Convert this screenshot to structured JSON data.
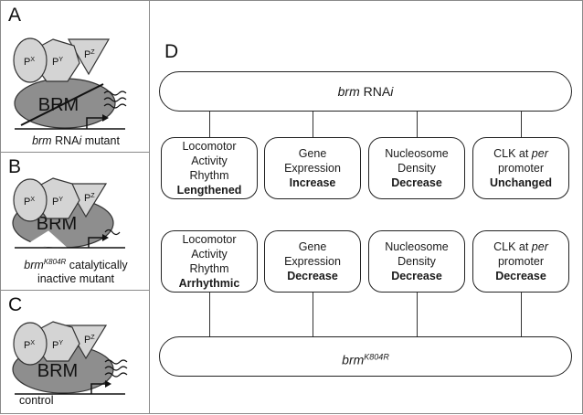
{
  "panels": {
    "a": {
      "letter": "A",
      "caption_italic": "brm",
      "caption_mid": " RNA",
      "caption_italic2": "i",
      "caption_rest": " mutant"
    },
    "b": {
      "letter": "B",
      "caption_italic": "brm",
      "caption_sup": "K804R",
      "caption_rest": " catalytically",
      "caption_line2": "inactive mutant"
    },
    "c": {
      "letter": "C",
      "caption": "control"
    }
  },
  "proteins": {
    "x": "P",
    "x_sup": "X",
    "y": "P",
    "y_sup": "Y",
    "z": "P",
    "z_sup": "Z",
    "brm": "BRM"
  },
  "diagram": {
    "letter": "D",
    "top_bar": {
      "italic": "brm",
      "text": " RNA",
      "italic2": "i"
    },
    "bottom_bar": {
      "italic": "brm",
      "sup": "K804R"
    },
    "top_row": [
      {
        "l1": "Locomotor",
        "l2": "Activity",
        "l3": "Rhythm",
        "bold": "Lengthened"
      },
      {
        "l1": "Gene",
        "l2": "Expression",
        "bold": "Increase"
      },
      {
        "l1": "Nucleosome",
        "l2": "Density",
        "bold": "Decrease"
      },
      {
        "l1": "CLK at ",
        "l1i": "per",
        "l2": "promoter",
        "bold": "Unchanged"
      }
    ],
    "bottom_row": [
      {
        "l1": "Locomotor",
        "l2": "Activity",
        "l3": "Rhythm",
        "bold": "Arrhythmic"
      },
      {
        "l1": "Gene",
        "l2": "Expression",
        "bold": "Decrease"
      },
      {
        "l1": "Nucleosome",
        "l2": "Density",
        "bold": "Decrease"
      },
      {
        "l1": "CLK at ",
        "l1i": "per",
        "l2": "promoter",
        "bold": "Decrease"
      }
    ]
  },
  "colors": {
    "light_gray": "#d4d4d4",
    "dark_gray": "#8e8e8e",
    "border": "#8a8a8a"
  }
}
